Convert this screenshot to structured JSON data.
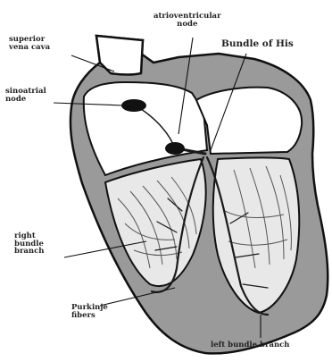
{
  "labels": {
    "superior_vena_cava": "superior\nvena cava",
    "atrioventricular_node": "atrioventricular\nnode",
    "bundle_of_his": "Bundle of His",
    "sinoatrial_node": "sinoatrial\nnode",
    "right_bundle_branch": "right\nbundle\nbranch",
    "purkinje_fibers": "Purkinje\nfibers",
    "left_bundle_branch": "left bundle branch"
  },
  "colors": {
    "outline": "#111111",
    "wall": "#9a9a9a",
    "chamber": "#ffffff",
    "muscle_fiber": "#c8c8c8",
    "conduction": "#1a1a1a"
  }
}
